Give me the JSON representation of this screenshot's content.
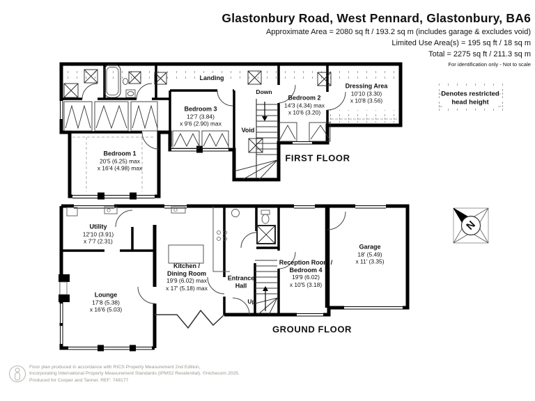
{
  "header": {
    "title": "Glastonbury Road, West Pennard, Glastonbury, BA6",
    "approx_area": "Approximate Area = 2080 sq ft / 193.2 sq m (includes garage & excludes void)",
    "limited_use": "Limited Use Area(s) = 195 sq ft / 18 sq m",
    "total": "Total = 2275 sq ft / 211.3 sq m",
    "note": "For identification only - Not to scale"
  },
  "legend": {
    "line1": "Denotes restricted",
    "line2": "head height"
  },
  "compass": {
    "north_label": "N"
  },
  "floors": {
    "first": {
      "label": "FIRST FLOOR",
      "stairs_label": "Down",
      "rooms": [
        {
          "name": "Bedroom 1",
          "dim1": "20'5 (6.25) max",
          "dim2": "x 16'4 (4.98) max"
        },
        {
          "name": "Bedroom 3",
          "dim1": "12'7 (3.84)",
          "dim2": "x 9'6 (2.90) max"
        },
        {
          "name": "Bedroom 2",
          "dim1": "14'3 (4.34) max",
          "dim2": "x 10'6 (3.20)"
        },
        {
          "name": "Dressing Area",
          "dim1": "10'10 (3.30)",
          "dim2": "x 10'8 (3.56)"
        },
        {
          "name": "Landing"
        },
        {
          "name": "Void"
        }
      ]
    },
    "ground": {
      "label": "GROUND FLOOR",
      "stairs_label": "Up",
      "rooms": [
        {
          "name": "Utility",
          "dim1": "12'10 (3.91)",
          "dim2": "x 7'7 (2.31)"
        },
        {
          "name": "Lounge",
          "dim1": "17'8 (5.38)",
          "dim2": "x 16'6 (5.03)"
        },
        {
          "name": "Kitchen /",
          "name2": "Dining Room",
          "dim1": "19'9 (6.02) max",
          "dim2": "x 17' (5.18) max"
        },
        {
          "name": "Entrance",
          "name2": "Hall"
        },
        {
          "name": "Reception Room /",
          "name2": "Bedroom 4",
          "dim1": "19'9 (6.02)",
          "dim2": "x 10'5 (3.18)"
        },
        {
          "name": "Garage",
          "dim1": "18' (5.49)",
          "dim2": "x 11' (3.35)"
        }
      ]
    }
  },
  "footer": {
    "line1": "Floor plan produced in accordance with RICS Property Measurement 2nd Edition,",
    "line2": "Incorporating International Property Measurement Standards (IPMS2 Residential).  ©nichecom 2025.",
    "line3": "Produced for Cooper and Tanner.   REF: 748177"
  }
}
